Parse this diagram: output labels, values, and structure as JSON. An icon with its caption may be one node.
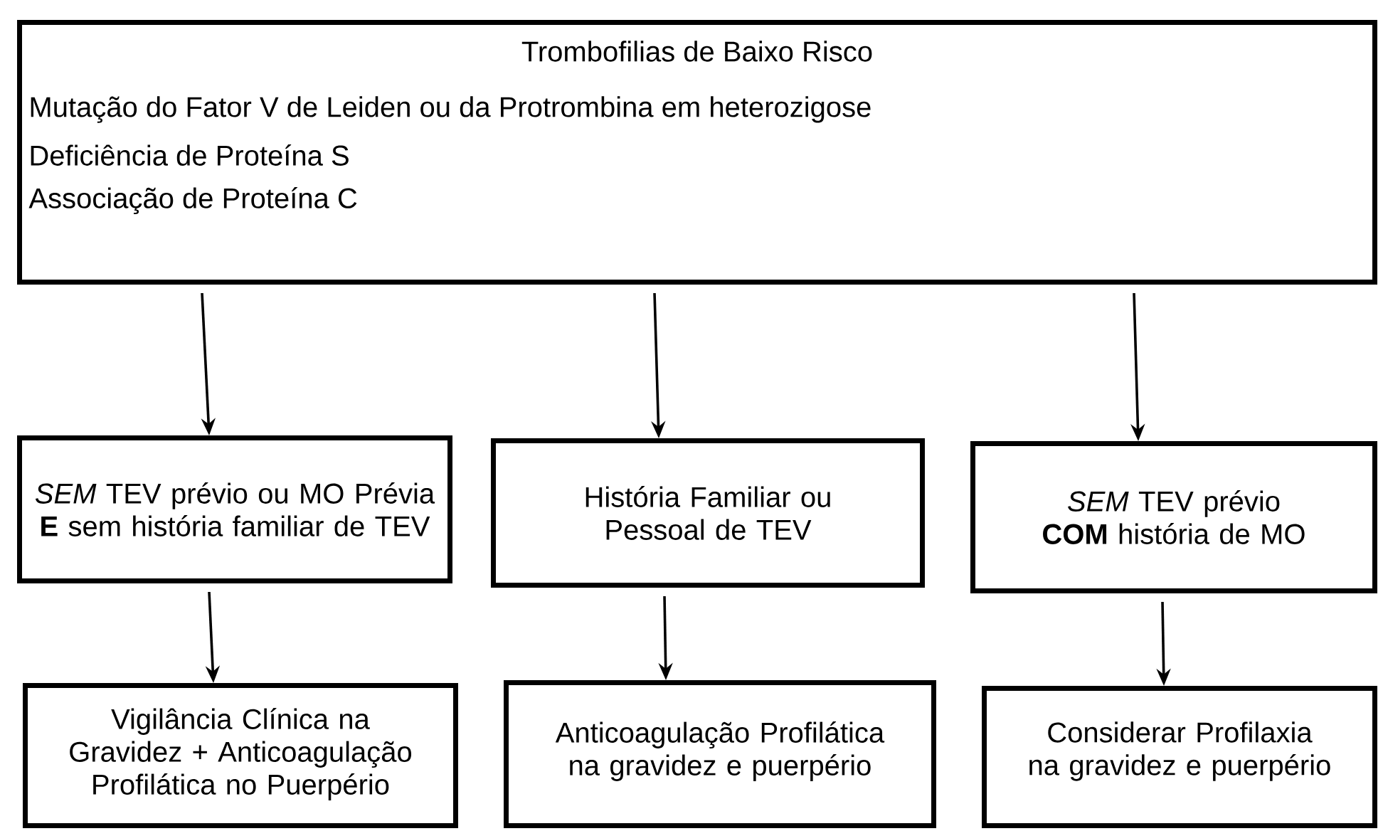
{
  "diagram": {
    "nodes": [
      {
        "text": [
          "Trombofilias de Baixo Risco",
          "Mutação do Fator V de Leiden ou da Protrombina em heterozigose",
          "Deficiência de Proteína S",
          "Associação de Proteína C"
        ]
      },
      {
        "text": [
          "*SEM* TEV prévio ou MO Prévia **E** sem história familiar de TEV"
        ]
      },
      {
        "text": [
          "História Familiar ou Pessoal de TEV"
        ]
      },
      {
        "text": [
          "*SEM* TEV prévio **COM** história de MO"
        ]
      },
      {
        "text": [
          "Vigilância Clínica na Gravidez + Anticoagulação Profilática no Puerpério"
        ]
      },
      {
        "text": [
          "Anticoagulação Profilática na gravidez e puerpério"
        ]
      },
      {
        "text": [
          "Considerar Profilaxia na gravidez e puerpério"
        ]
      }
    ],
    "edges": [
      {
        "from": 0,
        "to": 1,
        "arrow": "to"
      },
      {
        "from": 0,
        "to": 2,
        "arrow": "to"
      },
      {
        "from": 0,
        "to": 3,
        "arrow": "to"
      },
      {
        "from": 1,
        "to": 4,
        "arrow": "to"
      },
      {
        "from": 2,
        "to": 5,
        "arrow": "to"
      },
      {
        "from": 3,
        "to": 6,
        "arrow": "to"
      }
    ]
  }
}
